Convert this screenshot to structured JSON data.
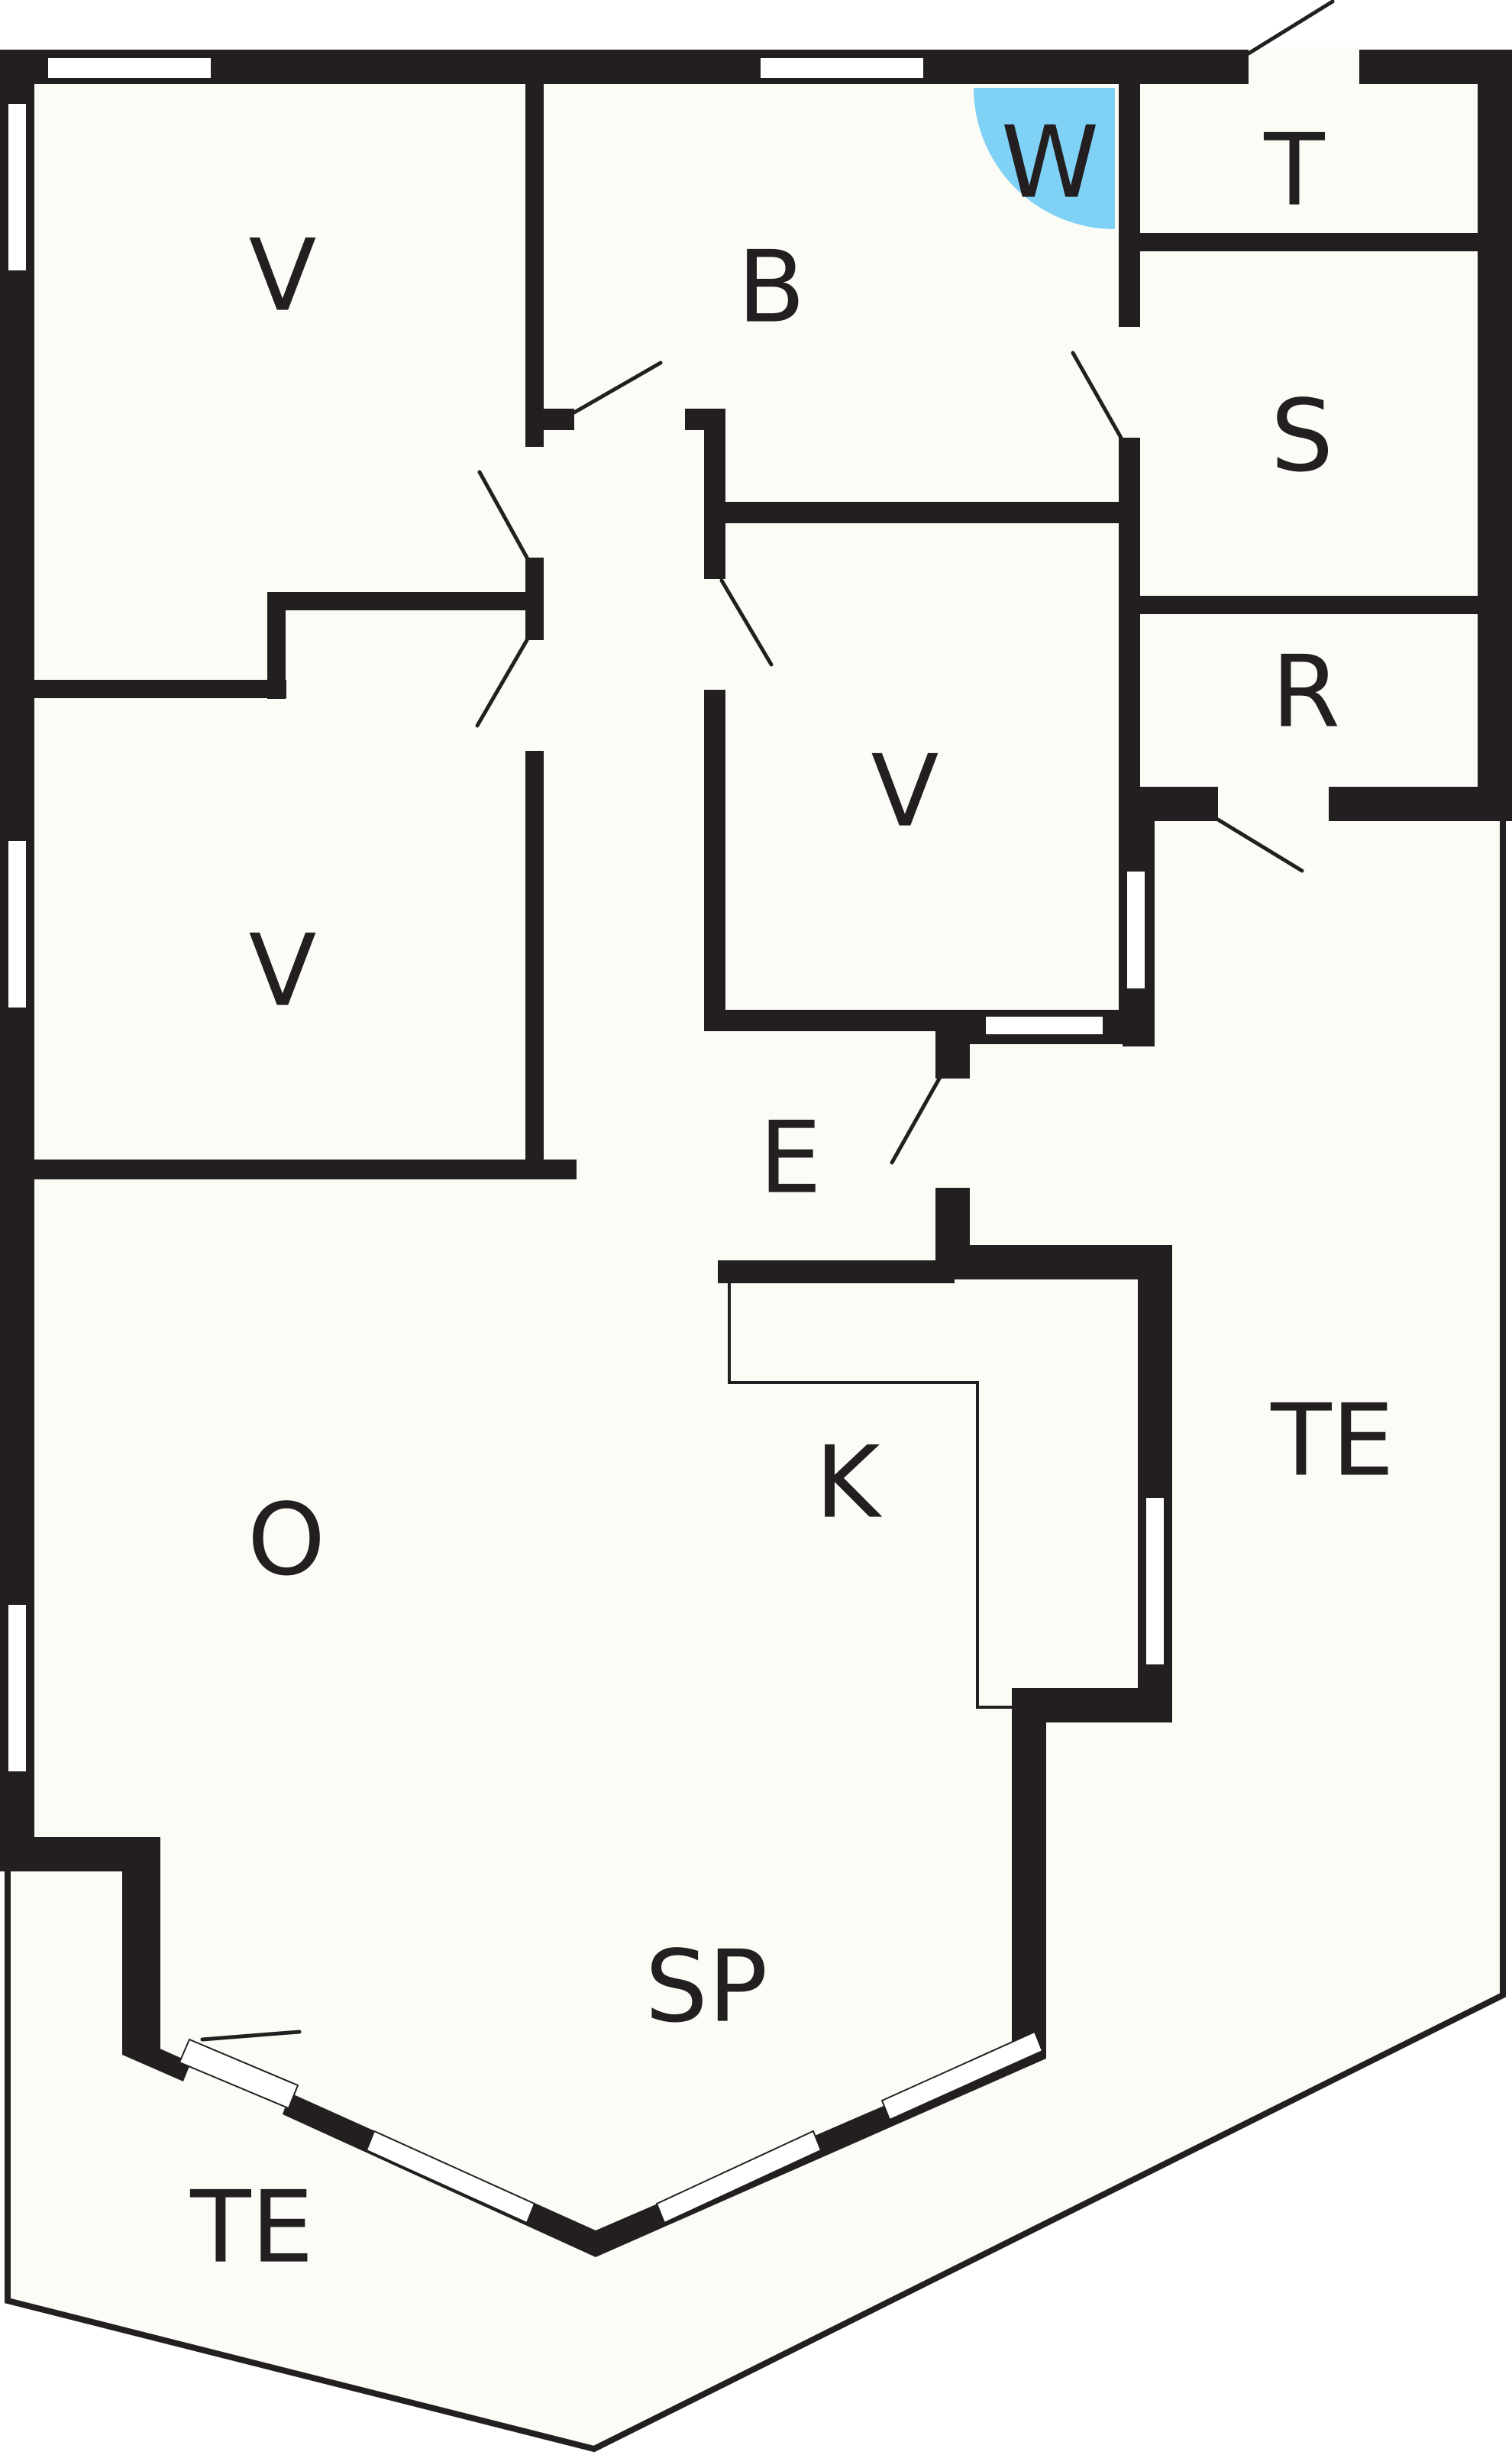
{
  "colors": {
    "wall": "#231f20",
    "floor": "#fcfcf7",
    "terrace_outline": "#231f20",
    "shower_marker": "#7fd1f5",
    "window_fill": "#ffffff"
  },
  "rooms": [
    {
      "id": "bedroom-top-left",
      "label": "V"
    },
    {
      "id": "bathroom",
      "label": "B"
    },
    {
      "id": "shower",
      "label": "W"
    },
    {
      "id": "toilet",
      "label": "T"
    },
    {
      "id": "storage",
      "label": "S"
    },
    {
      "id": "bedroom-mid-left",
      "label": "V"
    },
    {
      "id": "bedroom-center",
      "label": "V"
    },
    {
      "id": "utility",
      "label": "R"
    },
    {
      "id": "entrance",
      "label": "E"
    },
    {
      "id": "kitchen",
      "label": "K"
    },
    {
      "id": "living",
      "label": "O"
    },
    {
      "id": "dining",
      "label": "SP"
    },
    {
      "id": "terrace-right",
      "label": "TE"
    },
    {
      "id": "terrace-bottom",
      "label": "TE"
    }
  ]
}
